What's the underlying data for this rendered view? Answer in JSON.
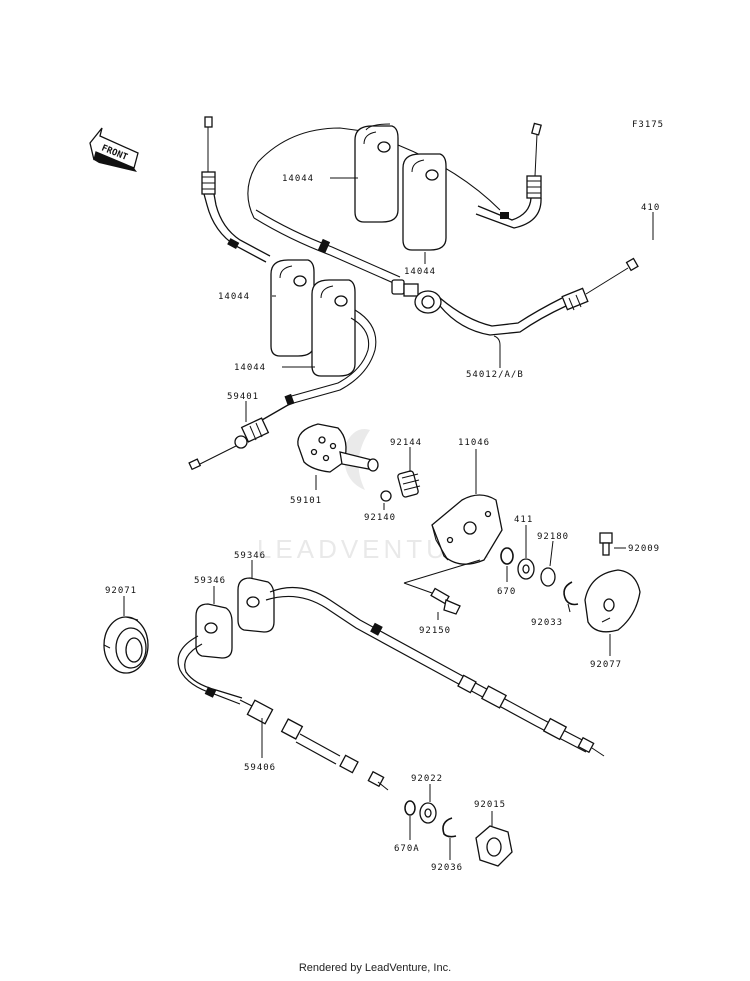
{
  "diagram": {
    "figure_code": "F3175",
    "front_label": "FRONT",
    "watermark": "LEADVENTURE",
    "labels": {
      "p14044_a": "14044",
      "p14044_b": "14044",
      "p14044_c": "14044",
      "p14044_d": "14044",
      "p410": "410",
      "p54012": "54012/A/B",
      "p59401": "59401",
      "p59101": "59101",
      "p92144": "92144",
      "p92140": "92140",
      "p11046": "11046",
      "p411": "411",
      "p92180": "92180",
      "p92009": "92009",
      "p670": "670",
      "p92033": "92033",
      "p92150": "92150",
      "p92077": "92077",
      "p92071": "92071",
      "p59346_a": "59346",
      "p59346_b": "59346",
      "p59406": "59406",
      "p92022": "92022",
      "p670a": "670A",
      "p92036": "92036",
      "p92015": "92015"
    }
  },
  "footer": {
    "text": "Rendered by LeadVenture, Inc."
  }
}
